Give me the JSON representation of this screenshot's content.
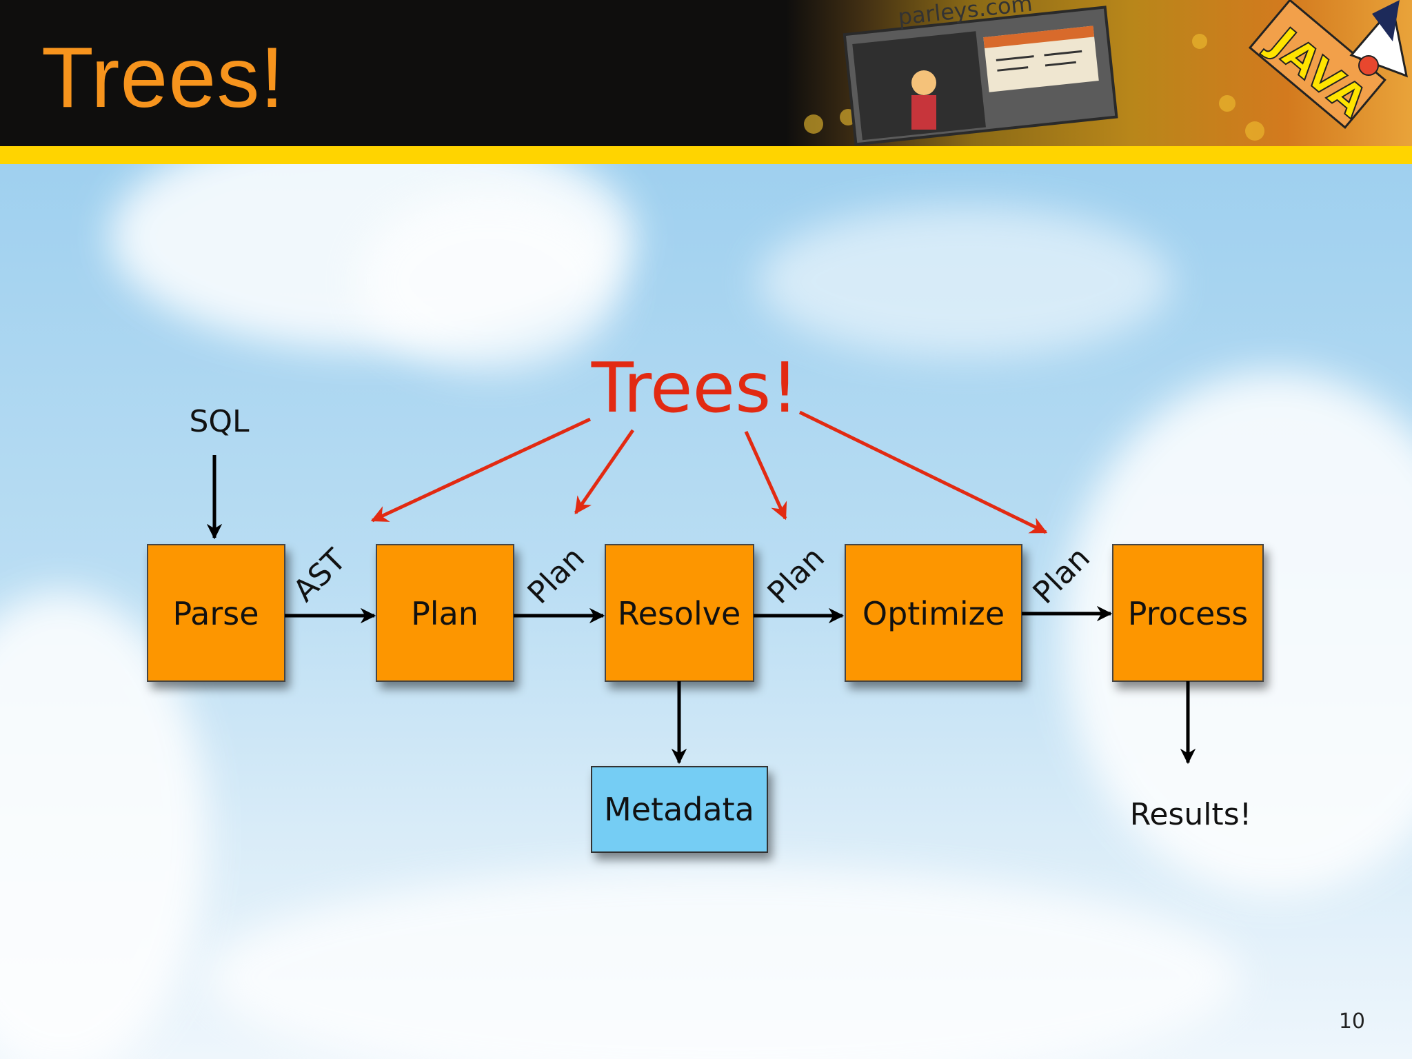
{
  "slide": {
    "title": "Trees!",
    "page_number": "10",
    "banner": {
      "sign_text": "parleys.com",
      "java_text": "JAVA"
    }
  },
  "diagram": {
    "callout": "Trees!",
    "input_label": "SQL",
    "output_label": "Results!",
    "stages": {
      "parse": "Parse",
      "plan": "Plan",
      "resolve": "Resolve",
      "optimize": "Optimize",
      "process": "Process"
    },
    "metadata": "Metadata",
    "edges": {
      "parse_plan": "AST",
      "plan_resolve": "Plan",
      "resolve_optimize": "Plan",
      "optimize_process": "Plan"
    },
    "colors": {
      "stage_fill": "#fd9600",
      "metadata_fill": "#74cdf4",
      "arrow": "#000000",
      "callout": "#e22a12",
      "title": "#f7941d",
      "header_bg": "#0f0e0d",
      "header_band": "#ffd400"
    }
  }
}
